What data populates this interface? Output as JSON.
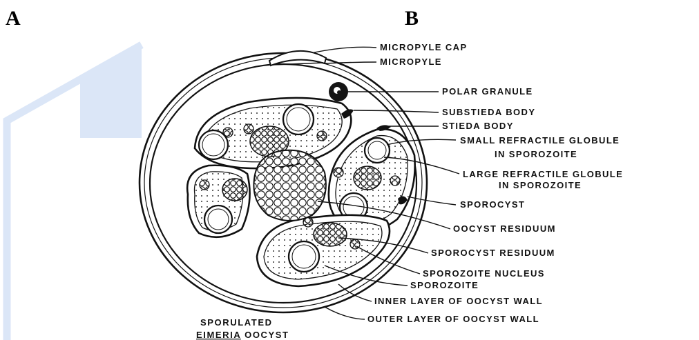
{
  "panels": {
    "a": "A",
    "b": "B"
  },
  "labels": {
    "micropyle_cap": "MICROPYLE CAP",
    "micropyle": "MICROPYLE",
    "polar_granule": "POLAR GRANULE",
    "substieda_body": "SUBSTIEDA BODY",
    "stieda_body": "STIEDA BODY",
    "small_refractile_1": "SMALL REFRACTILE GLOBULE",
    "small_refractile_2": "IN SPOROZOITE",
    "large_refractile_1": "LARGE REFRACTILE GLOBULE",
    "large_refractile_2": "IN SPOROZOITE",
    "sporocyst": "SPOROCYST",
    "oocyst_residuum": "OOCYST RESIDUUM",
    "sporocyst_residuum": "SPOROCYST RESIDUUM",
    "sporozoite_nucleus": "SPOROZOITE NUCLEUS",
    "sporozoite": "SPOROZOITE",
    "inner_layer": "INNER LAYER OF OOCYST WALL",
    "outer_layer": "OUTER LAYER OF OOCYST WALL"
  },
  "caption": {
    "line1": "SPORULATED",
    "genus": "EIMERIA",
    "rest": " OOCYST"
  }
}
